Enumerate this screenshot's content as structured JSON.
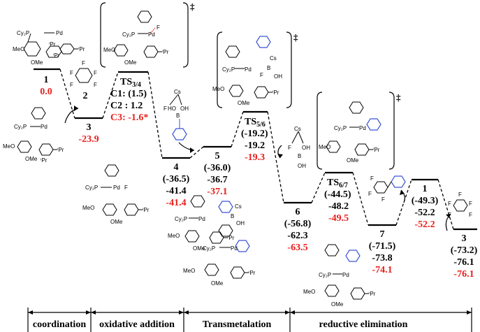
{
  "colors": {
    "red": "#e8201c",
    "blue": "#3a55d6",
    "black": "#000000"
  },
  "species": [
    {
      "id": "1",
      "values": [
        "0.0"
      ],
      "red_index": 0
    },
    {
      "id": "2",
      "values": []
    },
    {
      "id": "3",
      "values": [
        "-23.9"
      ],
      "red_index": 0
    },
    {
      "id": "4",
      "values": [
        "(-36.5)",
        "-41.4",
        "-41.4"
      ],
      "red_index": 2
    },
    {
      "id": "5",
      "values": [
        "(-36.0)",
        "-36.7",
        "-37.1"
      ],
      "red_index": 2
    },
    {
      "id": "6",
      "values": [
        "(-56.8)",
        "-62.3",
        "-63.5"
      ],
      "red_index": 2
    },
    {
      "id": "7",
      "values": [
        "(-71.5)",
        "-73.8",
        "-74.1"
      ],
      "red_index": 2
    },
    {
      "id": "1",
      "values": [
        "(-49.3)",
        "-52.2",
        "-52.2"
      ],
      "red_index": 2
    },
    {
      "id": "3",
      "values": [
        "(-73.2)",
        "-76.1",
        "-76.1"
      ],
      "red_index": 2
    }
  ],
  "ts": [
    {
      "name": "TS",
      "sub": "3/4",
      "lines": [
        "C1: (1.5)",
        "C2 : 1.2",
        "C3: -1.6*"
      ]
    },
    {
      "name": "TS",
      "sub": "5/6",
      "lines": [
        "(-19.2)",
        "-19.2",
        "-19.3"
      ]
    },
    {
      "name": "TS",
      "sub": "6/7",
      "lines": [
        "(-44.5)",
        "-48.2",
        "-49.5"
      ]
    }
  ],
  "dagger": "‡",
  "phases": [
    "coordination",
    "oxidative addition",
    "Transmetalation",
    "reductive elimination"
  ],
  "mol": {
    "cy2p": "Cy₂P",
    "pd": "Pd",
    "ipr": "ⁱPr",
    "meo": "MeO",
    "ome": "OMe",
    "f": "F",
    "cs": "Cs",
    "b": "B",
    "oh": "OH",
    "ho": "HO"
  }
}
